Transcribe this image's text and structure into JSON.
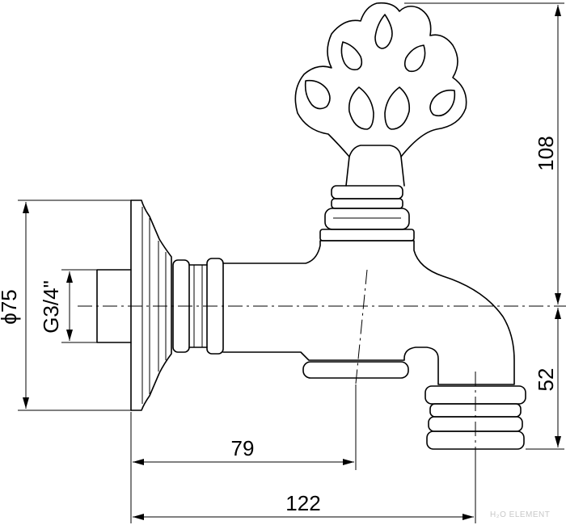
{
  "dimensions": {
    "height_handle": "108",
    "height_spout": "52",
    "flange_diameter": "ϕ75",
    "thread": "G3/4\"",
    "length_to_handle": "79",
    "total_length": "122"
  },
  "watermark": "H₂O ELEMENT",
  "colors": {
    "line": "#000000",
    "background": "#ffffff",
    "watermark": "#c8c8c8"
  }
}
